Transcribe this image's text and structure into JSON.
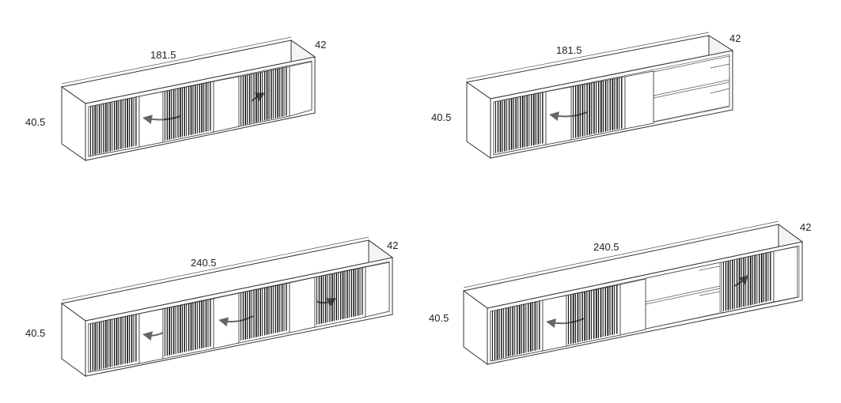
{
  "units": [
    {
      "id": "unit-1",
      "width_label": "181.5",
      "depth_label": "42",
      "height_label": "40.5"
    },
    {
      "id": "unit-2",
      "width_label": "181.5",
      "depth_label": "42",
      "height_label": "40.5"
    },
    {
      "id": "unit-3",
      "width_label": "240.5",
      "depth_label": "42",
      "height_label": "40.5"
    },
    {
      "id": "unit-4",
      "width_label": "240.5",
      "depth_label": "42",
      "height_label": "40.5"
    }
  ],
  "colors": {
    "line": "#333333",
    "slat": "#111111",
    "arrow": "#666666"
  }
}
